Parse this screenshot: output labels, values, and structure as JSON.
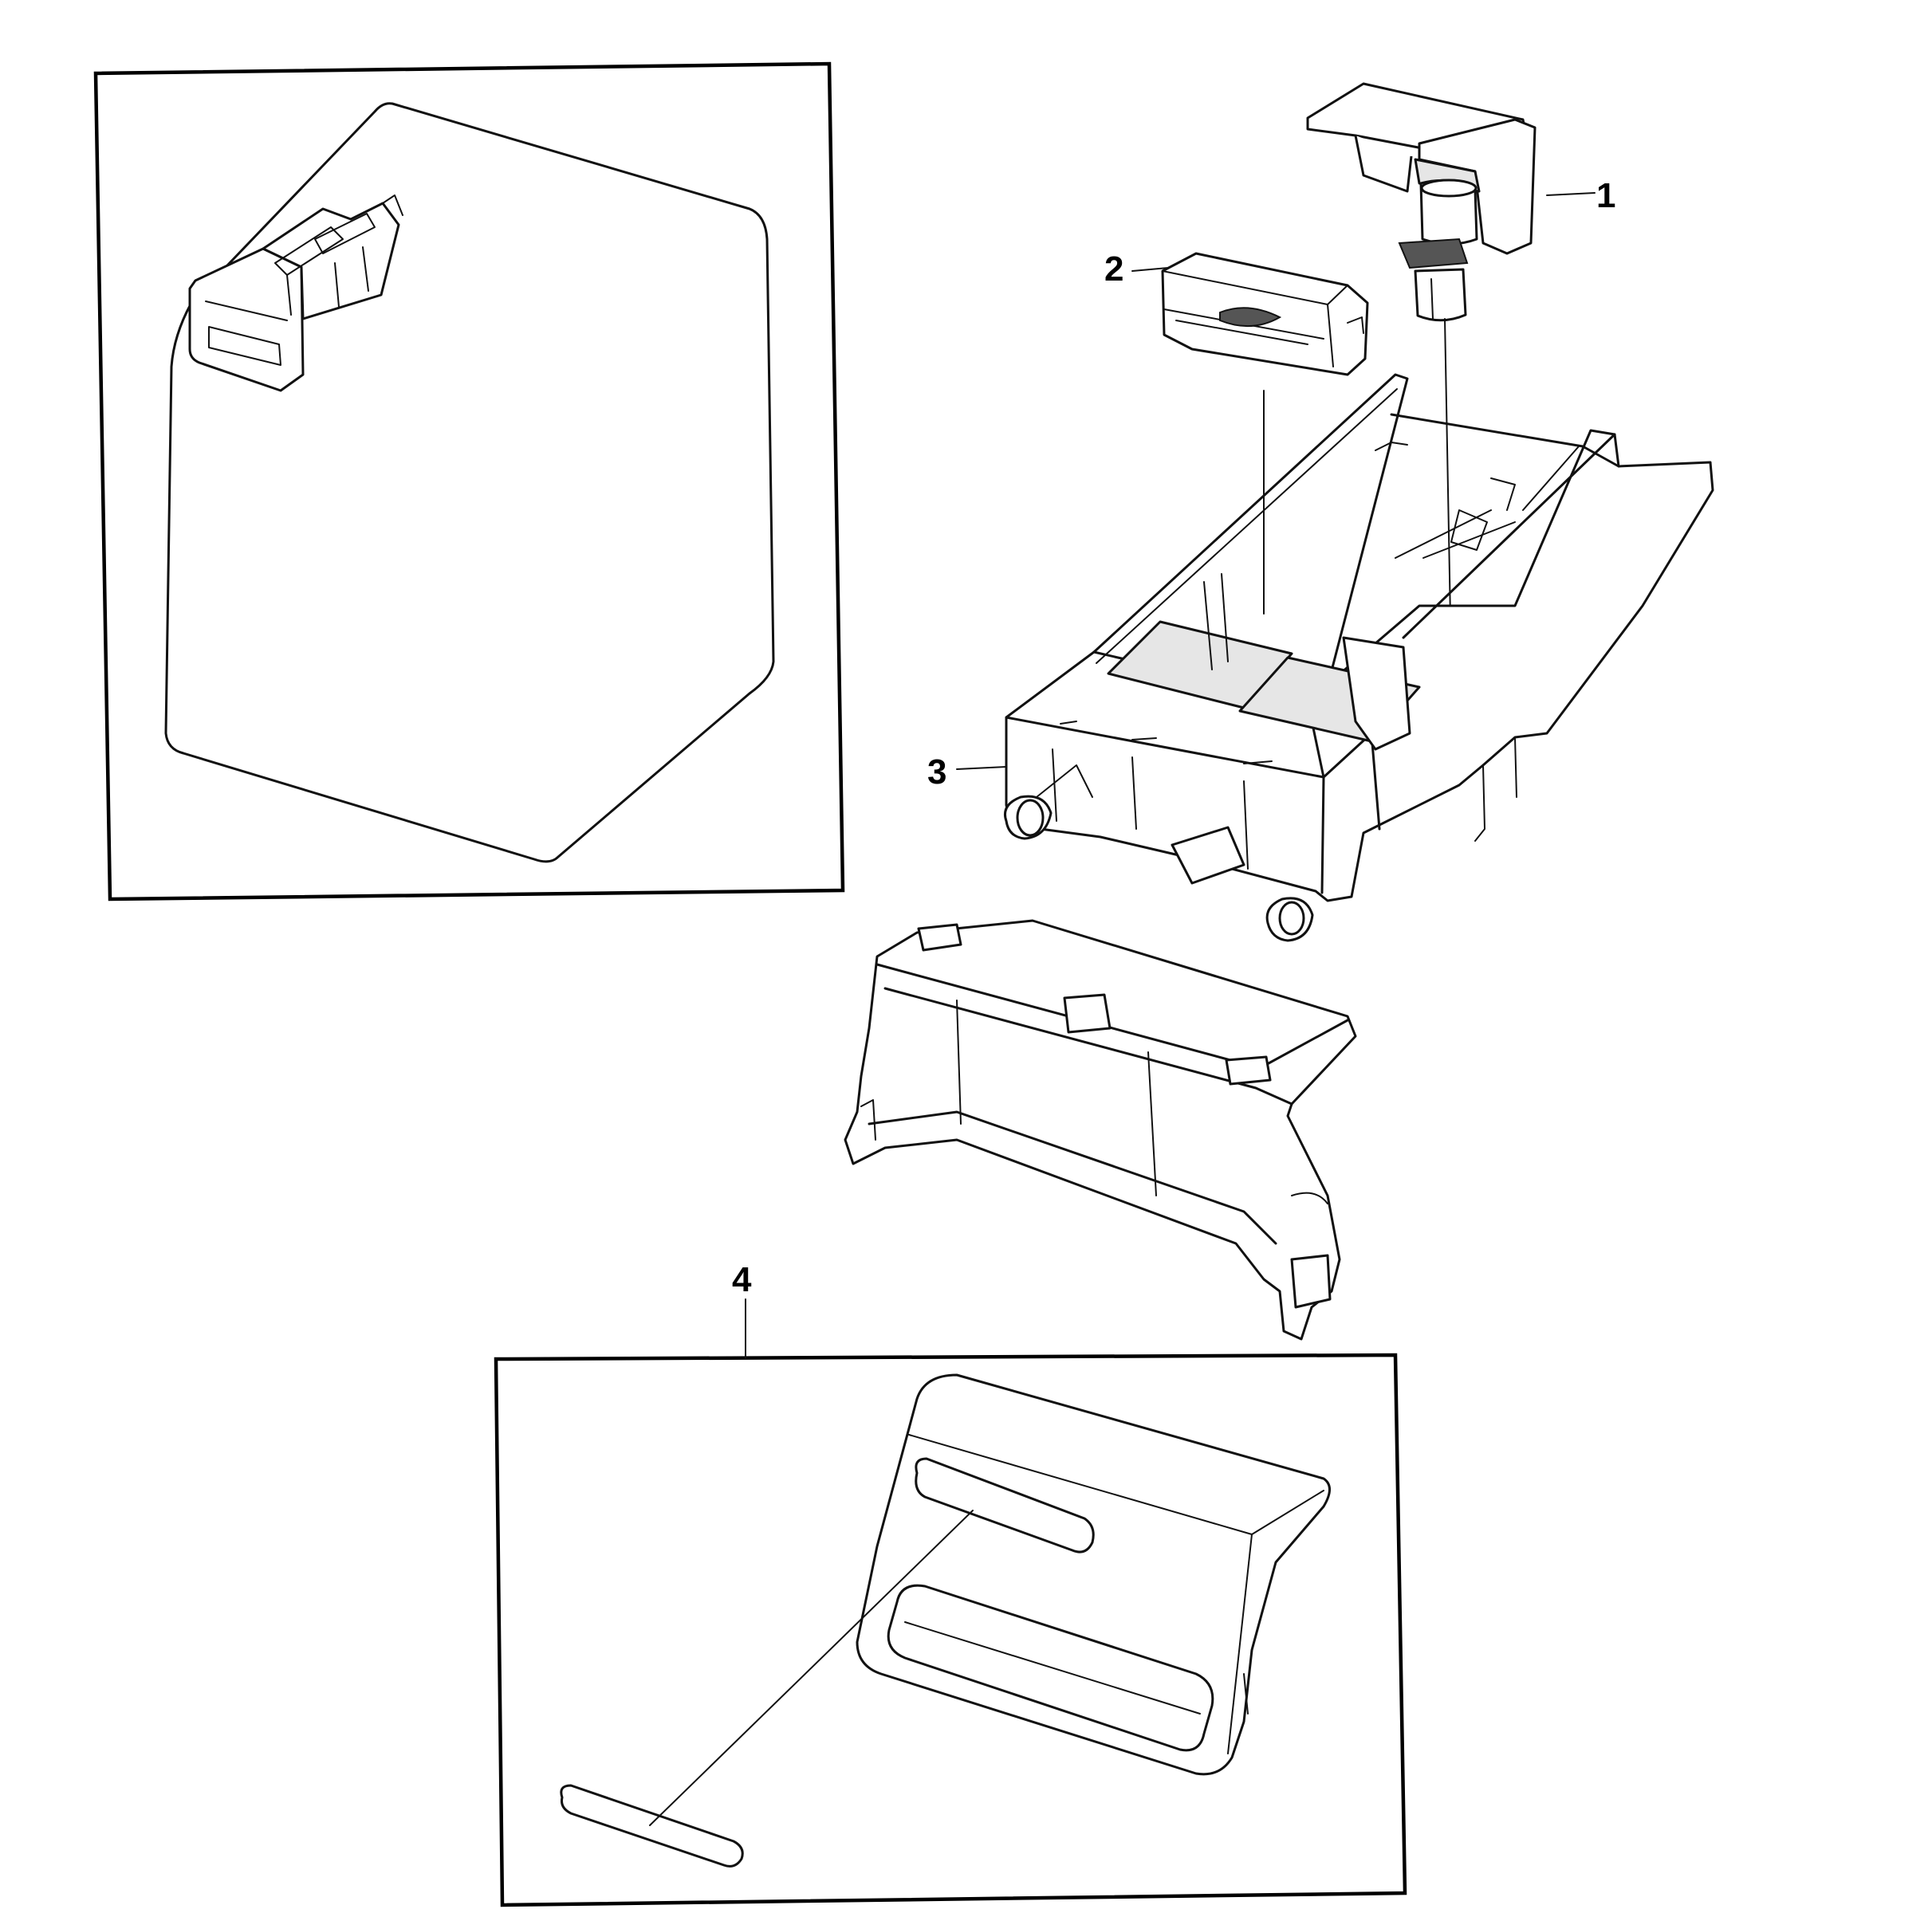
{
  "callouts": [
    {
      "number": "1"
    },
    {
      "number": "2"
    },
    {
      "number": "3"
    },
    {
      "number": "4"
    }
  ]
}
